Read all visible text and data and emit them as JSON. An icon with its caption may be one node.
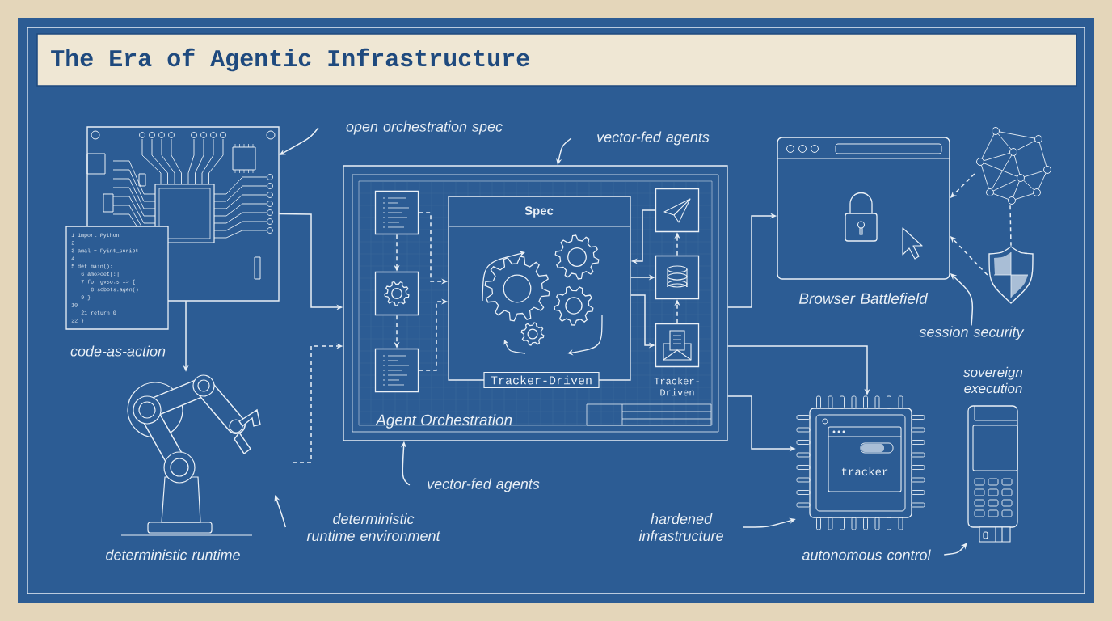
{
  "diagram": {
    "title": "The Era of Agentic Infrastructure",
    "nodes": [
      {
        "text": [],
        "shape": "picture"
      },
      {
        "text": [
          "1 import Python",
          "2",
          "3 amal = Fyint_script",
          "4",
          "5 def main():",
          "6 amo>oet[:]",
          "7 for gvso:s => {",
          "8 sobots.agen()",
          "9 }",
          "10",
          "21 return 0",
          "22 }"
        ]
      },
      {
        "text": [],
        "shape": "picture",
        "beside": [
          "deterministic runtime"
        ]
      },
      {
        "text": [
          "Agent Orchestration"
        ]
      },
      {
        "text": [],
        "shape": "box",
        "in": 3
      },
      {
        "text": [],
        "shape": "box",
        "in": 3
      },
      {
        "text": [],
        "shape": "box",
        "in": 3
      },
      {
        "text": [
          "Spec",
          "Tracker-Driven"
        ],
        "in": 3
      },
      {
        "text": [],
        "shape": "box",
        "in": 3
      },
      {
        "text": [],
        "shape": "box",
        "in": 3
      },
      {
        "text": [],
        "shape": "box",
        "in": 3,
        "beside": [
          "Tracker-Driven"
        ]
      },
      {
        "text": [],
        "shape": "picture",
        "beside": [
          "Browser Battlefield"
        ]
      },
      {
        "text": [],
        "shape": "picture"
      },
      {
        "text": [],
        "shape": "picture"
      },
      {
        "text": [
          "tracker"
        ]
      },
      {
        "text": [],
        "shape": "picture",
        "beside": [
          "sovereign execution"
        ]
      },
      {
        "text": [
          "open orchestration spec"
        ]
      },
      {
        "text": [
          "vector-fed agents"
        ]
      },
      {
        "text": [
          "deterministic runtime environment"
        ]
      },
      {
        "text": [
          "vector-fed agents"
        ]
      },
      {
        "text": [
          "session security"
        ]
      },
      {
        "text": [
          "hardened infrastructure"
        ]
      },
      {
        "text": [
          "autonomous control"
        ]
      }
    ],
    "edges": [
      {
        "from": 0,
        "to": 3,
        "arrow": "to"
      },
      {
        "from": 0,
        "to": 2,
        "arrow": "to"
      },
      {
        "from": null,
        "to": 3,
        "arrow": "to",
        "style": "dashed"
      },
      {
        "from": 4,
        "to": 5,
        "arrow": "to",
        "style": "dashed"
      },
      {
        "from": 5,
        "to": 6,
        "arrow": "to",
        "style": "dashed"
      },
      {
        "from": 4,
        "to": 7,
        "arrow": "to",
        "style": "dashed"
      },
      {
        "from": 6,
        "to": 7,
        "arrow": "to",
        "style": "dashed"
      },
      {
        "from": 8,
        "to": 7,
        "arrow": "to"
      },
      {
        "from": 7,
        "to": 9,
        "arrow": "to"
      },
      {
        "from": 7,
        "to": 10,
        "arrow": "to"
      },
      {
        "from": 9,
        "to": 8,
        "arrow": "to",
        "style": "dashed"
      },
      {
        "from": 10,
        "to": 9,
        "arrow": "to",
        "style": "dashed"
      },
      {
        "from": 3,
        "to": 11,
        "arrow": "to"
      },
      {
        "from": 3,
        "to": 14,
        "arrow": "to"
      },
      {
        "from": 3,
        "to": 14,
        "arrow": "to"
      },
      {
        "from": 12,
        "to": 11,
        "arrow": "to",
        "style": "dashed"
      },
      {
        "from": 13,
        "to": 11,
        "arrow": "to",
        "style": "dashed"
      },
      {
        "from": 12,
        "to": 13,
        "arrow": "none",
        "style": "dashed"
      },
      {
        "from": 16,
        "to": 0,
        "arrow": "to"
      },
      {
        "from": 17,
        "to": 3,
        "arrow": "to"
      },
      {
        "from": 18,
        "to": 2,
        "arrow": "to"
      },
      {
        "from": 19,
        "to": 3,
        "arrow": "to"
      },
      {
        "from": 20,
        "to": 11,
        "arrow": "to"
      },
      {
        "from": 21,
        "to": 14,
        "arrow": "to"
      },
      {
        "from": 22,
        "to": 15,
        "arrow": "to"
      }
    ],
    "labels": [
      "code-as-action"
    ]
  }
}
